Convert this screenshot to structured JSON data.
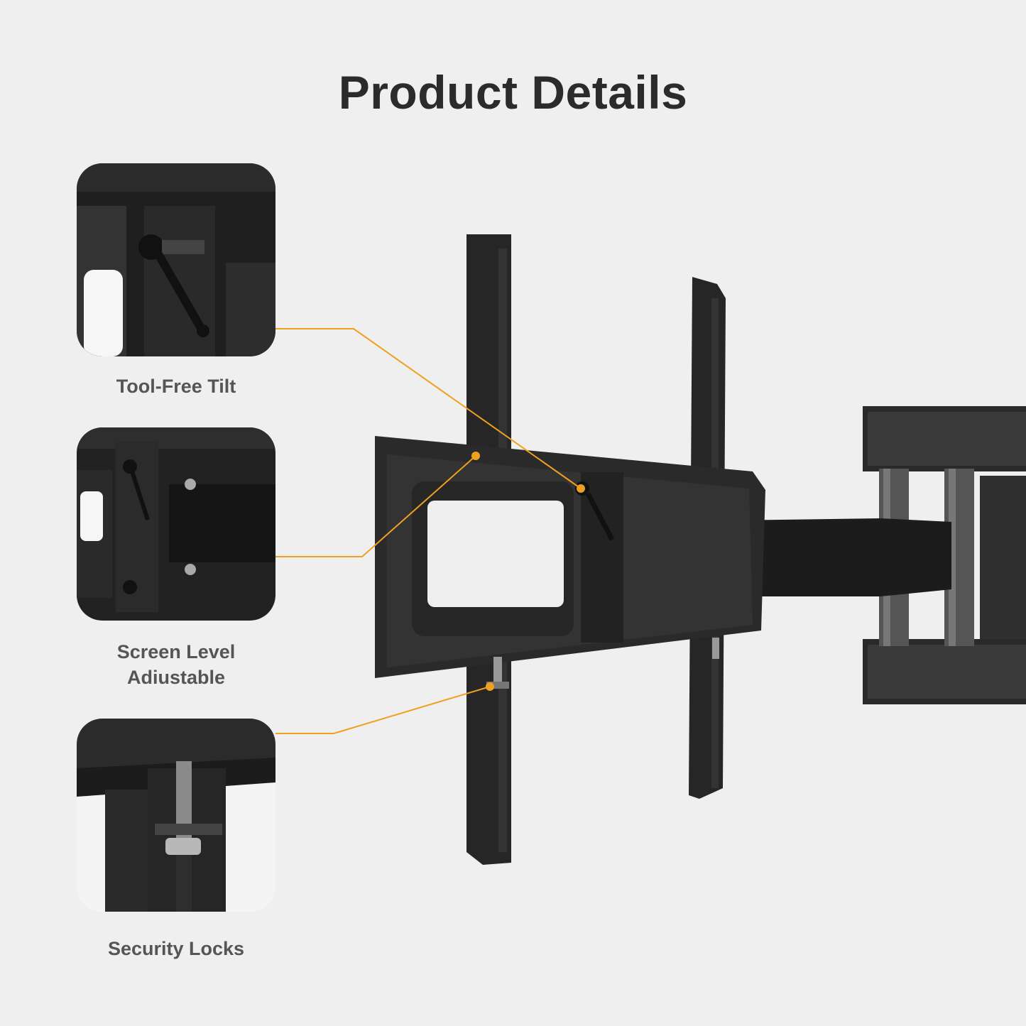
{
  "page": {
    "title": "Product Details",
    "accent_color": "#f0a020",
    "background_color": "#efefef"
  },
  "features": [
    {
      "label": "Tool-Free Tilt",
      "icon": "tilt-knob-icon"
    },
    {
      "label": "Screen Level\nAdiustable",
      "icon": "level-adjust-icon"
    },
    {
      "label": "Security Locks",
      "icon": "security-lock-icon"
    }
  ]
}
